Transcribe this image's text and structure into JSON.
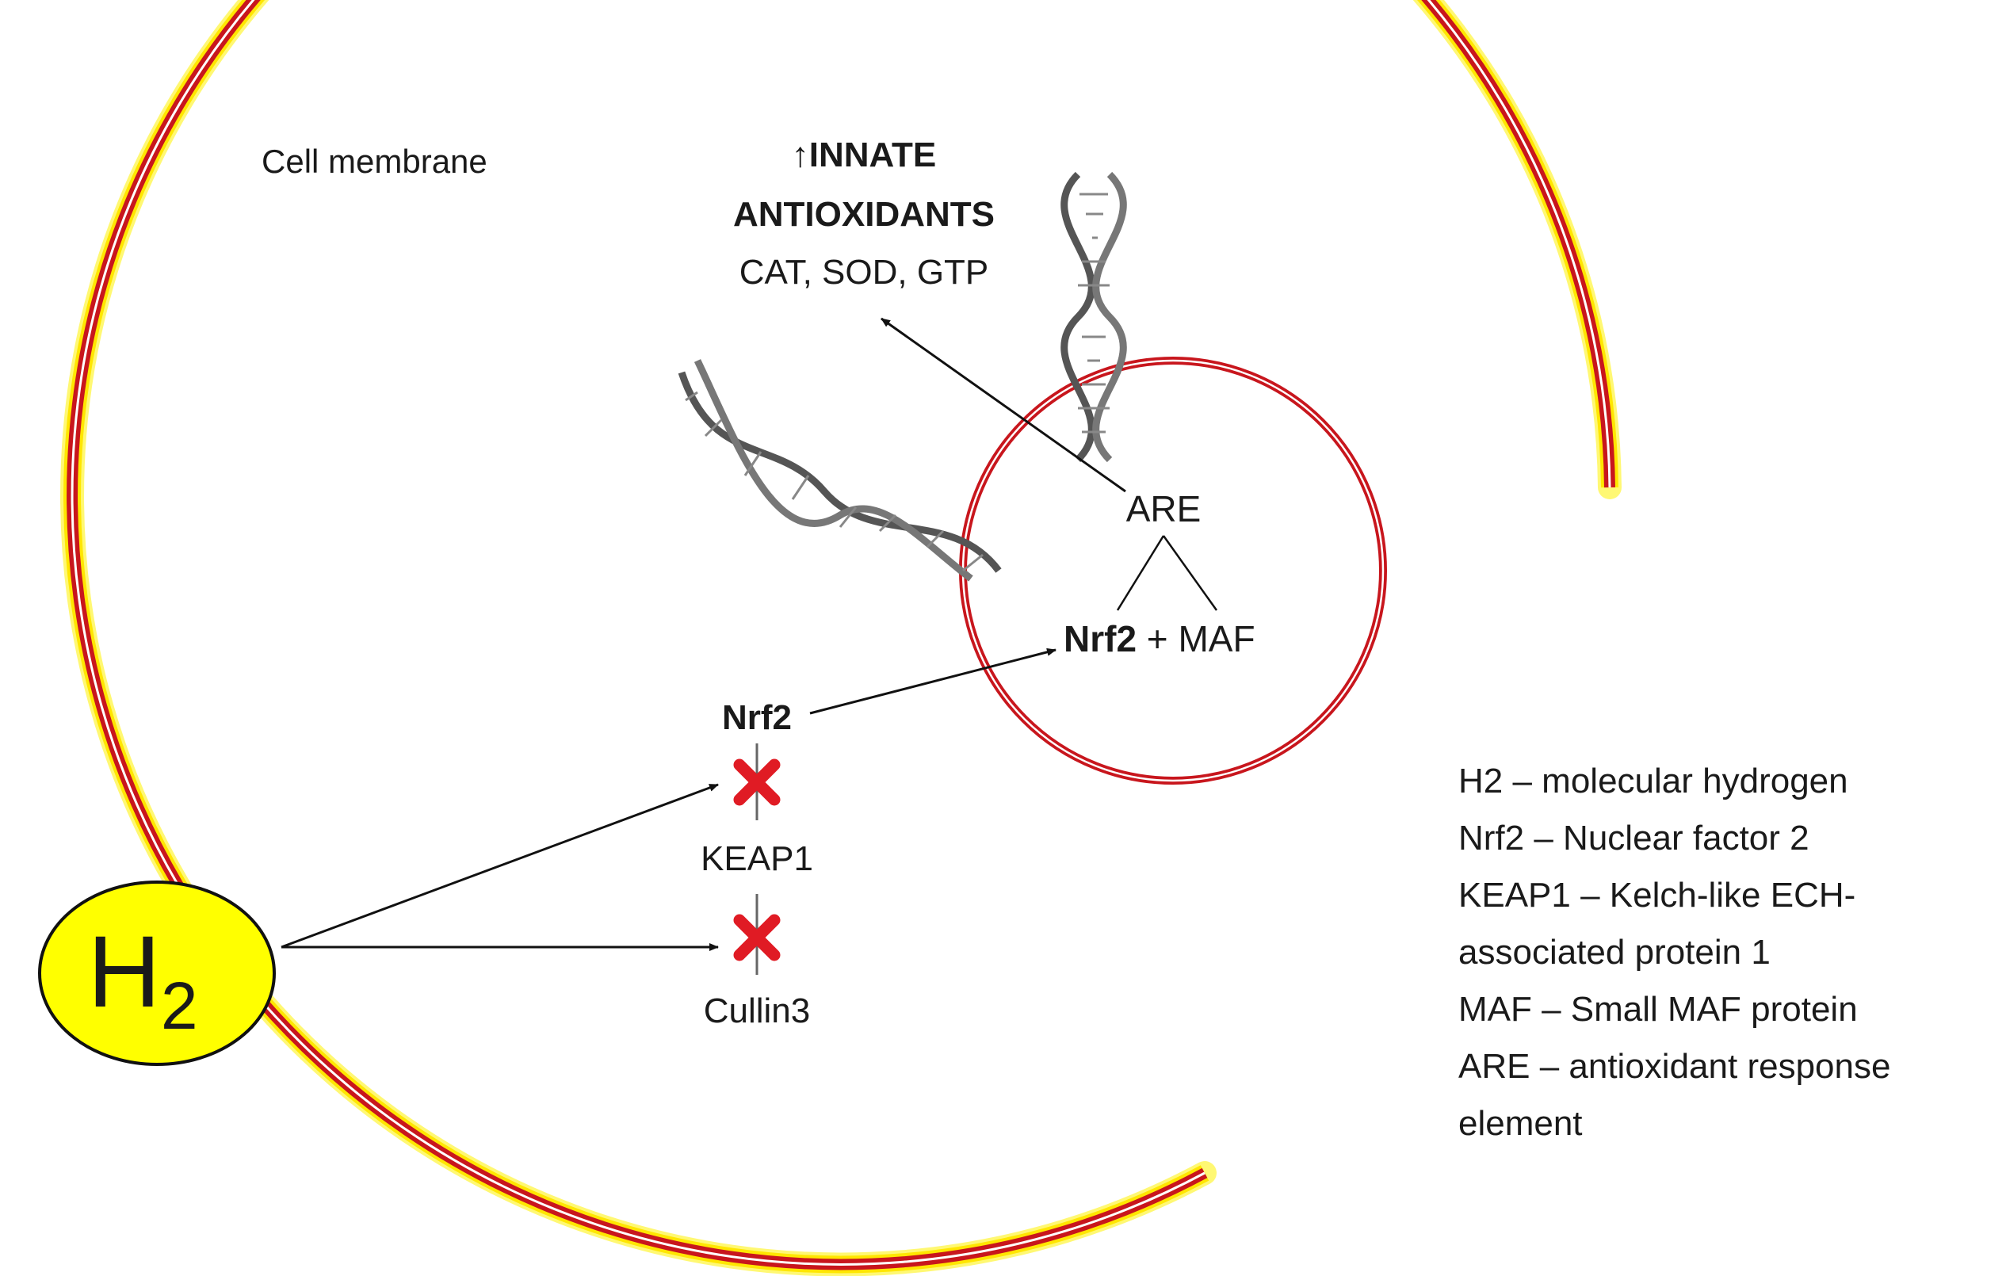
{
  "cell_membrane_label": "Cell membrane",
  "output": {
    "line1": "↑INNATE",
    "line2": "ANTIOXIDANTS",
    "line3": "CAT, SOD, GTP"
  },
  "are_label": "ARE",
  "complex": {
    "nrf2": "Nrf2",
    "rest": " + MAF"
  },
  "nrf2_label": "Nrf2",
  "keap1_label": "KEAP1",
  "cullin3_label": "Cullin3",
  "h2": {
    "main": "H",
    "sub": "2"
  },
  "legend": [
    "H2 – molecular hydrogen",
    "Nrf2 – Nuclear factor 2",
    "KEAP1 – Kelch-like ECH-",
    "associated protein 1",
    "MAF – Small MAF protein",
    "ARE – antioxidant response",
    "element"
  ],
  "colors": {
    "membrane_red": "#c8161d",
    "membrane_glow": "#fff200",
    "h2_fill": "#ffff00",
    "block_x": "#e01b24"
  }
}
